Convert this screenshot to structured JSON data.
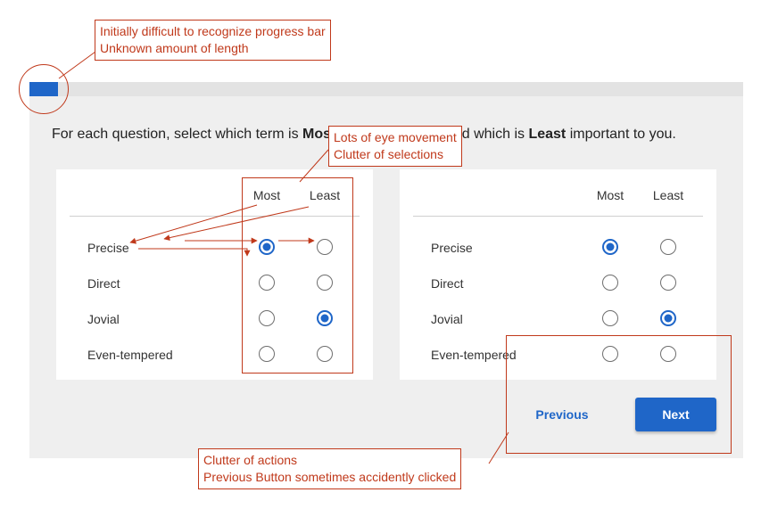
{
  "progress": {
    "fraction": 0.04
  },
  "instruction": {
    "prefix": "For each question, select which term is ",
    "most_word": "Most",
    "middle": " important to you and which is ",
    "least_word": "Least",
    "suffix": " important to you."
  },
  "columns": {
    "most": "Most",
    "least": "Least"
  },
  "cards": [
    {
      "rows": [
        {
          "term": "Precise",
          "selected": "most"
        },
        {
          "term": "Direct",
          "selected": ""
        },
        {
          "term": "Jovial",
          "selected": "least"
        },
        {
          "term": "Even-tempered",
          "selected": ""
        }
      ]
    },
    {
      "rows": [
        {
          "term": "Precise",
          "selected": "most"
        },
        {
          "term": "Direct",
          "selected": ""
        },
        {
          "term": "Jovial",
          "selected": "least"
        },
        {
          "term": "Even-tempered",
          "selected": ""
        }
      ]
    }
  ],
  "buttons": {
    "previous": "Previous",
    "next": "Next"
  },
  "annotations": {
    "progress": {
      "line1": "Initially difficult to recognize progress bar",
      "line2": "Unknown amount of length"
    },
    "selections": {
      "line1": "Lots of eye movement",
      "line2": "Clutter of selections"
    },
    "actions": {
      "line1": "Clutter of actions",
      "line2": "Previous Button sometimes accidently clicked"
    }
  },
  "colors": {
    "accent": "#1f66c8",
    "annotation": "#c0391b",
    "background": "#efefef"
  }
}
